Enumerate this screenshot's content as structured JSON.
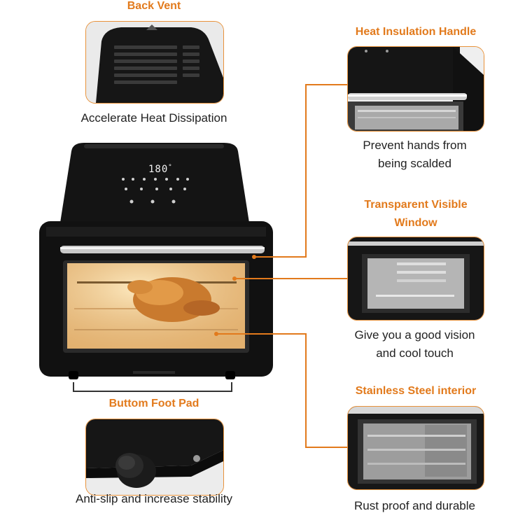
{
  "features": {
    "back_vent": {
      "title": "Back Vent",
      "caption": "Accelerate Heat Dissipation"
    },
    "handle": {
      "title": "Heat Insulation Handle",
      "caption_line1": "Prevent hands from",
      "caption_line2": "being scalded"
    },
    "window": {
      "title_line1": "Transparent Visible",
      "title_line2": "Window",
      "caption_line1": "Give you a good vision",
      "caption_line2": "and cool touch"
    },
    "interior": {
      "title": "Stainless Steel interior",
      "caption": "Rust proof and durable"
    },
    "foot_pad": {
      "title": "Buttom Foot Pad",
      "caption": "Anti-slip and increase stability"
    }
  },
  "display": {
    "temperature": "180",
    "unit": "°"
  },
  "colors": {
    "accent": "#e27a1c",
    "body": "#141414",
    "glass": "#f3c98a"
  },
  "icons": [
    "vent-icon",
    "knob-icon",
    "chicken-icon"
  ]
}
